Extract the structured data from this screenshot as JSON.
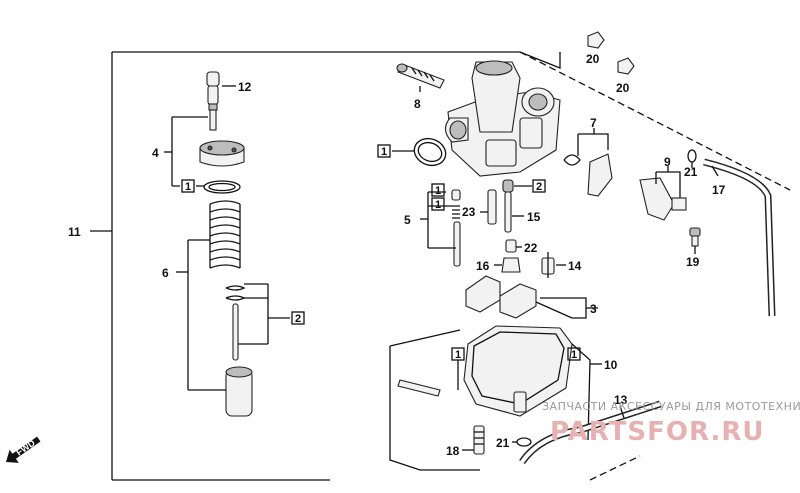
{
  "labels": {
    "l11": "11",
    "l12": "12",
    "l4": "4",
    "l1a": "1",
    "l6": "6",
    "l2a": "2",
    "l8": "8",
    "l1b": "1",
    "l5": "5",
    "l1c": "1",
    "l1d": "1",
    "l23": "23",
    "l2b": "2",
    "l15": "15",
    "l22": "22",
    "l16": "16",
    "l14": "14",
    "l3": "3",
    "l7": "7",
    "l9": "9",
    "l21a": "21",
    "l17": "17",
    "l19": "19",
    "l20a": "20",
    "l20b": "20",
    "l10": "10",
    "l1e": "1",
    "l1f": "1",
    "l13": "13",
    "l18": "18",
    "l21b": "21"
  },
  "fwd_label": "FWD",
  "watermark": {
    "text": "ЗАПЧАСТИ АКСЕССУАРЫ ДЛЯ МОТОТЕХНИКИ",
    "logo": "PARTSFOR.RU"
  }
}
